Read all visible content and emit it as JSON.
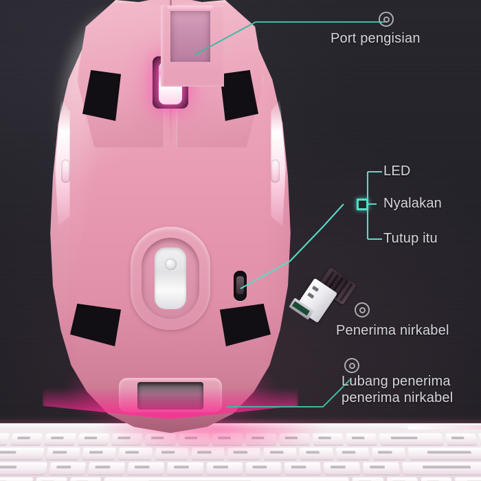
{
  "scene": {
    "product": "pink wireless gaming mouse, top view",
    "background_color": "#24232a",
    "accent_line_color": "#3fb9a0",
    "node_color": "#4fe0c8",
    "label_color": "#d6d6d8",
    "mouse_body_color": "#e899b2",
    "rgb_glow_color": "#ff2d96"
  },
  "callouts": [
    {
      "id": "charging-port",
      "label": "Port pengisian",
      "icon": "target-circle-icon"
    },
    {
      "id": "led",
      "label": "LED",
      "icon": "none"
    },
    {
      "id": "turn-on",
      "label": "Nyalakan",
      "icon": "none"
    },
    {
      "id": "close-it",
      "label": "Tutup itu",
      "icon": "none"
    },
    {
      "id": "wireless-receiver",
      "label": "Penerima nirkabel",
      "icon": "target-circle-icon"
    },
    {
      "id": "receiver-slot",
      "label_line1": "Lubang penerima",
      "label_line2": "penerima nirkabel",
      "icon": "target-circle-icon"
    }
  ],
  "parts": {
    "scroll_wheel": "illuminated scroll wheel",
    "sensor": "optical sensor window",
    "led_switch": "LED mode switch slot",
    "receiver_bay": "nano receiver storage slot",
    "usb_receiver": "USB nano receiver",
    "keyboard": "backlit pink keyboard"
  }
}
